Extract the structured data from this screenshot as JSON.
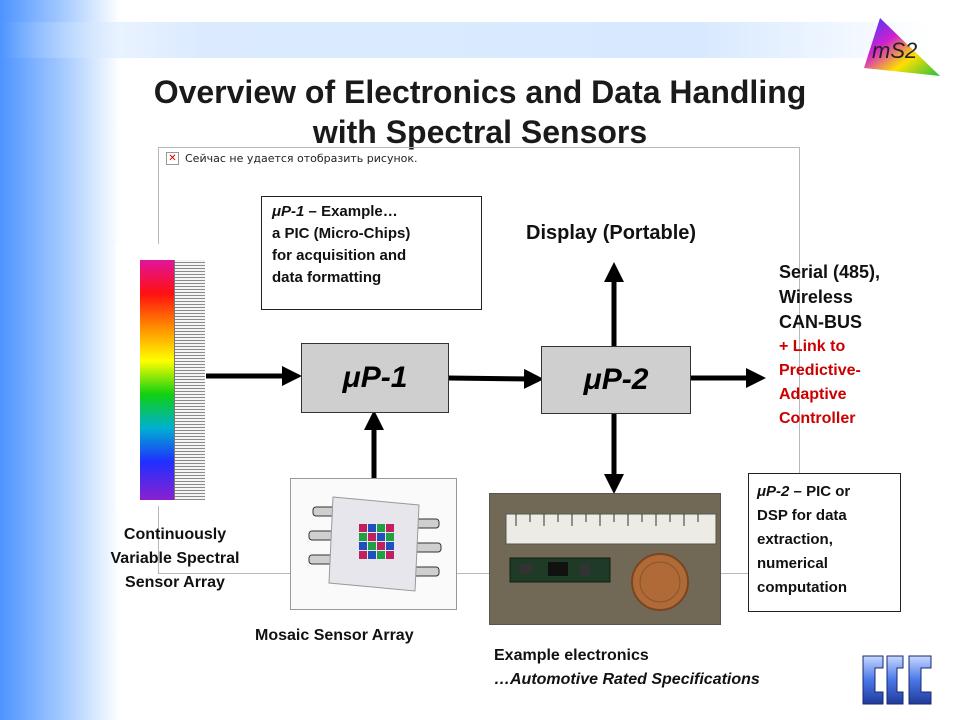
{
  "slide": {
    "title_line1": "Overview of Electronics and Data Handling",
    "title_line2": "with Spectral Sensors",
    "logo_text": "mS2",
    "broken_image_text": "Сейчас не удается отобразить рисунок."
  },
  "diagram": {
    "up1_box": {
      "line1_prefix": "μP-1",
      "line1_suffix": " – Example…",
      "line2": "a PIC (Micro-Chips)",
      "line3": "for acquisition and",
      "line4": "data formatting"
    },
    "up1_label": "μP-1",
    "up2_label": "μP-2",
    "display_label": "Display (Portable)",
    "serial": {
      "line1": "Serial (485),",
      "line2": "Wireless",
      "line3": "CAN-BUS",
      "link1": "+ Link to",
      "link2": "Predictive-",
      "link3": "Adaptive",
      "link4": "Controller"
    },
    "up2_box": {
      "line1_prefix": "μP-2",
      "line1_suffix": " – PIC or",
      "line2": "DSP for data",
      "line3": "extraction,",
      "line4": "numerical",
      "line5": "computation"
    },
    "sensor_label": {
      "line1": "Continuously",
      "line2": "Variable Spectral",
      "line3": "Sensor Array"
    },
    "mosaic_label": "Mosaic Sensor Array",
    "electronics_label": {
      "line1": "Example electronics",
      "line2": "…Automotive Rated Specifications"
    }
  },
  "colors": {
    "accent_red": "#cc0000",
    "proc_fill": "#cfcfcf",
    "gradient_blue": "#4d94ff"
  }
}
